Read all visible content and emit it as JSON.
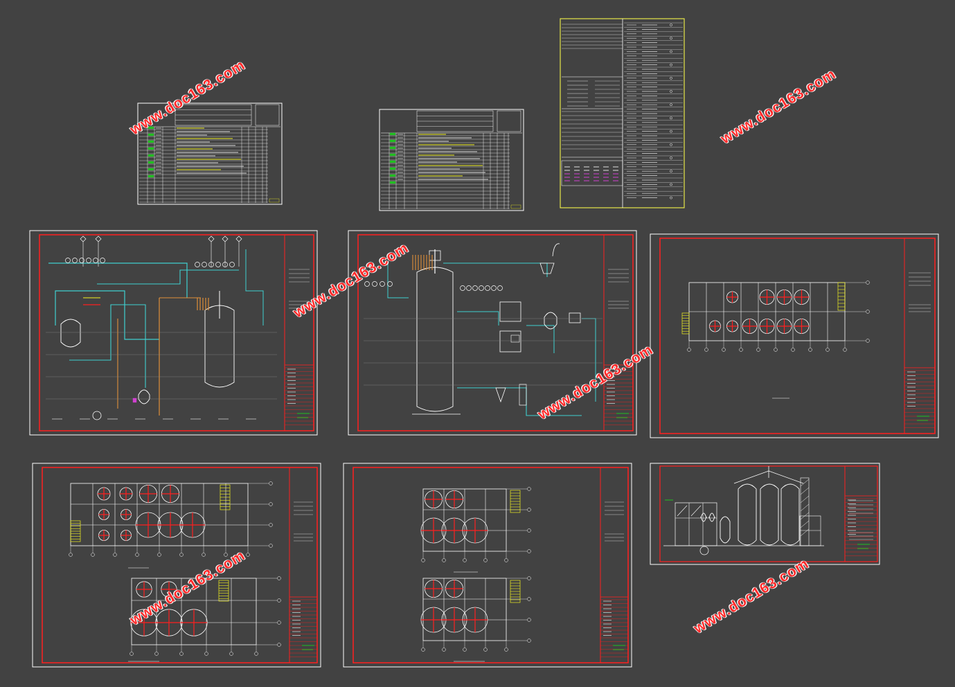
{
  "watermark": {
    "text": "www.doc163.com",
    "color": "#ff2b2b"
  },
  "sheets": [
    {
      "name": "equipment-list-sheet-1",
      "kind": "table"
    },
    {
      "name": "equipment-list-sheet-2",
      "kind": "table"
    },
    {
      "name": "legend-sheet",
      "kind": "legend"
    },
    {
      "name": "pid-sheet-1",
      "kind": "pid"
    },
    {
      "name": "pid-sheet-2",
      "kind": "pid"
    },
    {
      "name": "floor-plan-sheet-1",
      "kind": "plan"
    },
    {
      "name": "floor-plan-sheet-2",
      "kind": "plan"
    },
    {
      "name": "floor-plan-sheet-3",
      "kind": "plan"
    },
    {
      "name": "elevation-sheet",
      "kind": "elevation"
    }
  ],
  "colors": {
    "background": "#424242",
    "sheet_border": "#ffffff",
    "frame": "#ff2020",
    "legend_frame": "#e6e64a",
    "pipe_cyan": "#3fd0d0",
    "pipe_orange": "#e0903a",
    "highlight_yellow": "#f0f020",
    "highlight_green": "#20c020",
    "accent_magenta": "#d040d0"
  }
}
